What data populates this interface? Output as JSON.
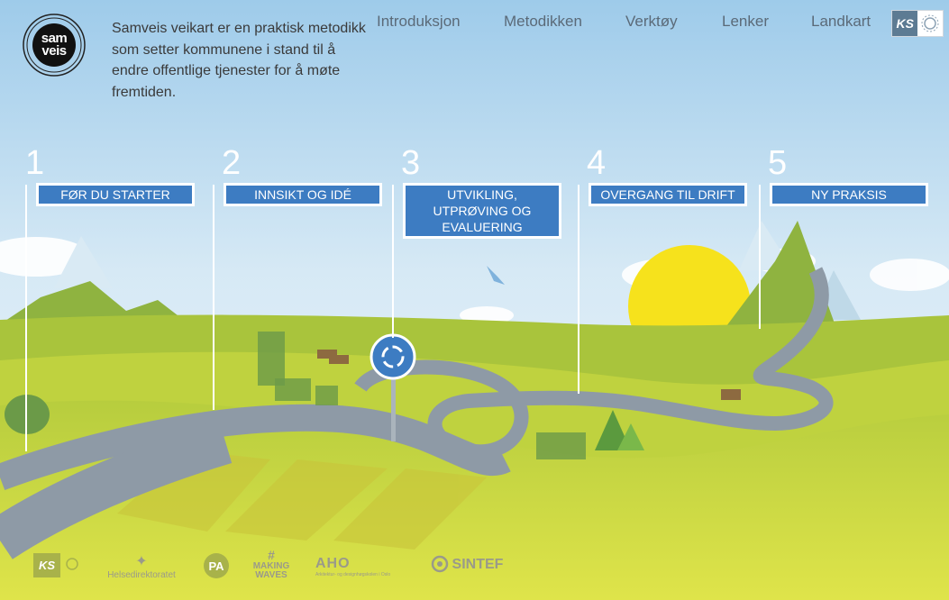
{
  "brand": {
    "logo_line1": "sam",
    "logo_line2": "veis"
  },
  "intro_text": "Samveis veikart er en praktisk metodikk som setter kommunene i stand til å endre offentlige tjenester for å møte fremtiden.",
  "nav": [
    {
      "label": "Introduksjon"
    },
    {
      "label": "Metodikken"
    },
    {
      "label": "Verktøy"
    },
    {
      "label": "Lenker"
    },
    {
      "label": "Landkart"
    }
  ],
  "ks_badge": {
    "label": "KS"
  },
  "steps": [
    {
      "number": "1",
      "label": "FØR DU STARTER"
    },
    {
      "number": "2",
      "label": "INNSIKT OG IDÉ"
    },
    {
      "number": "3",
      "label": "UTVIKLING, UTPRØVING OG EVALUERING"
    },
    {
      "number": "4",
      "label": "OVERGANG TIL DRIFT"
    },
    {
      "number": "5",
      "label": "NY PRAKSIS"
    }
  ],
  "footer_logos": [
    {
      "name": "KS"
    },
    {
      "name": "Helsedirektoratet"
    },
    {
      "name": "PA"
    },
    {
      "name": "MAKING WAVES"
    },
    {
      "name": "AHO",
      "subtitle": "Arkitektur- og designhøgskolen i Oslo"
    },
    {
      "name": "SINTEF"
    }
  ],
  "colors": {
    "sky": "#bfdcef",
    "grass": "#cfdc3c",
    "hill": "#8fb340",
    "road": "#8e9aa6",
    "button": "#3d7cc2",
    "sun": "#f6e21c"
  }
}
